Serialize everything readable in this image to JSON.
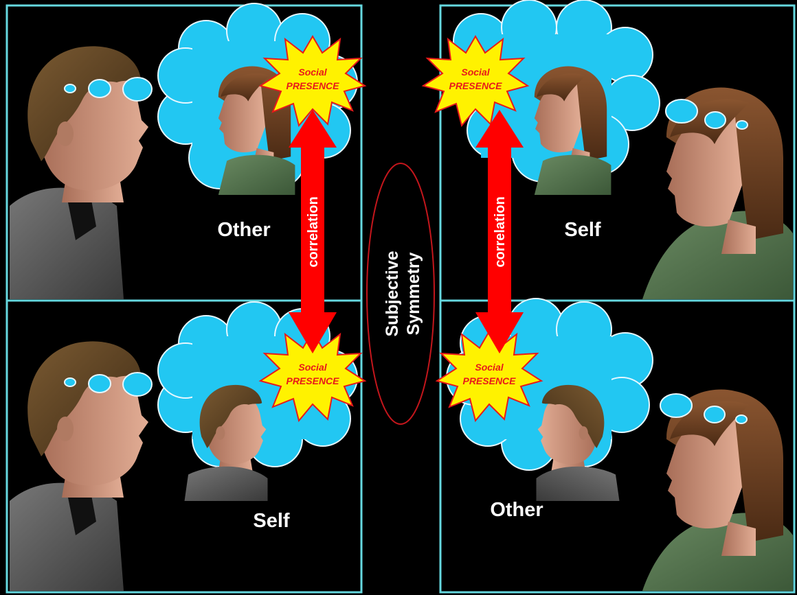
{
  "labels": {
    "top_left_role": "Other",
    "bottom_left_role": "Self",
    "top_right_role": "Self",
    "bottom_right_role": "Other",
    "center_line1": "Subjective",
    "center_line2": "Symmetry",
    "correlation_left": "correlation",
    "correlation_right": "correlation",
    "burst_line1": "Social",
    "burst_line2": "PRESENCE"
  },
  "colors": {
    "background": "#000000",
    "panel_border": "#66d9e0",
    "thought_bubble": "#22c7f2",
    "arrow": "#ff0000",
    "burst_fill": "#fff200",
    "burst_text": "#e8191a",
    "ellipse_stroke": "#c4161c",
    "label_text": "#ffffff"
  },
  "icons": {
    "man_avatar": "man-head-icon",
    "woman_avatar": "woman-head-icon",
    "thought_cloud": "thought-cloud-icon",
    "burst": "starburst-icon"
  }
}
